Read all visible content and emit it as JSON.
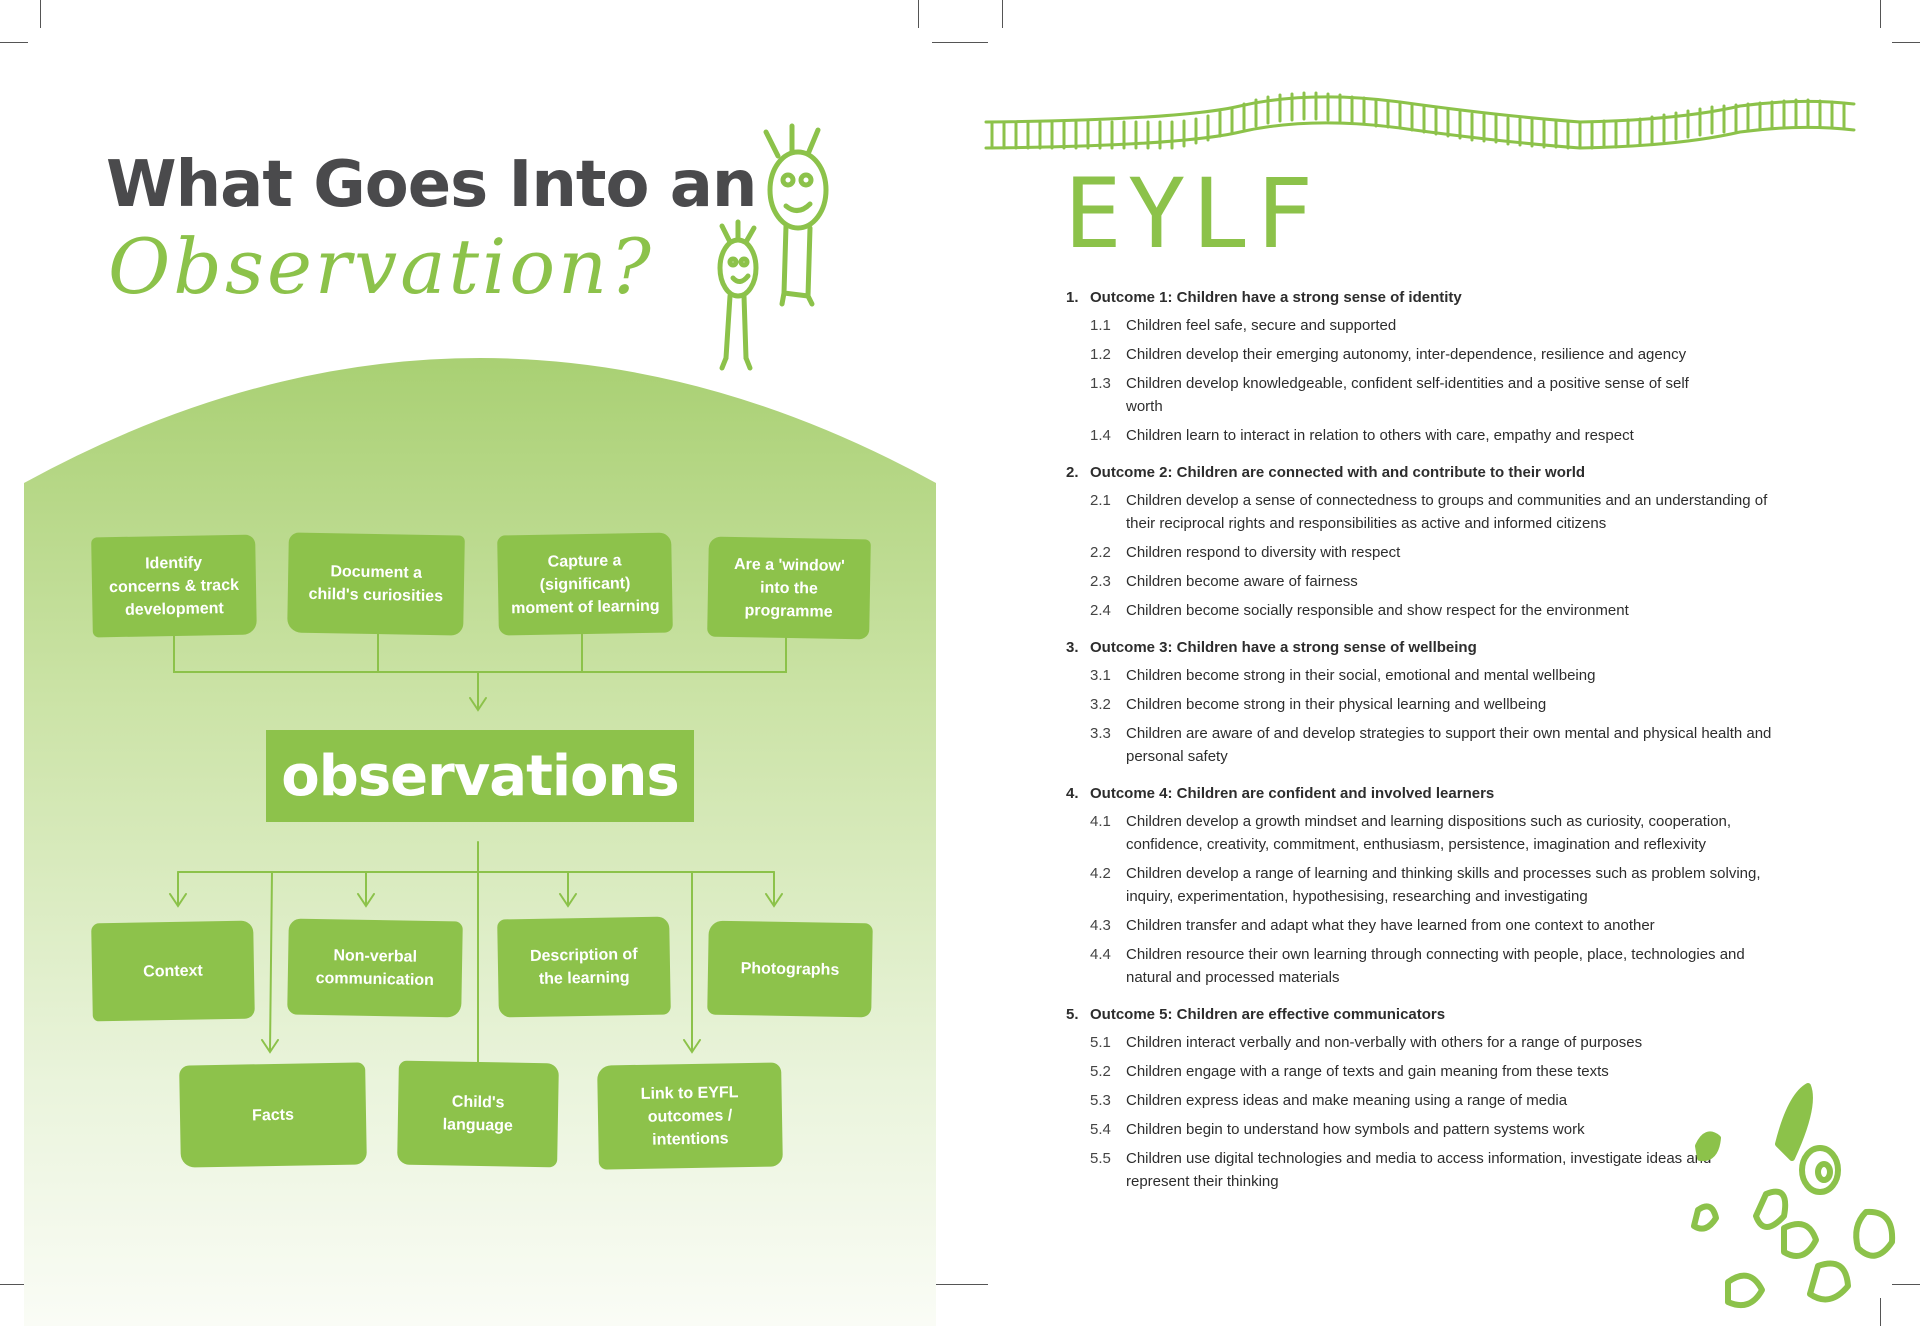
{
  "left_page": {
    "title_line1": "What Goes Into an",
    "title_line2": "Observation?",
    "center_label": "observations",
    "top_boxes": [
      "Identify concerns & track development",
      "Document a child's curiosities",
      "Capture a (significant) moment of learning",
      "Are a 'window' into the programme"
    ],
    "bottom_boxes_row1": [
      "Context",
      "Non-verbal communication",
      "Description of the learning",
      "Photographs"
    ],
    "bottom_boxes_row2": [
      "Facts",
      "Child's language",
      "Link to EYFL outcomes / intentions"
    ]
  },
  "right_page": {
    "title": "EYLF",
    "outcomes": [
      {
        "number": "1.",
        "heading": "Outcome 1: Children have a strong sense of identity",
        "items": [
          {
            "num": "1.1",
            "text": "Children feel safe, secure and supported"
          },
          {
            "num": "1.2",
            "text": "Children develop their emerging autonomy, inter-dependence, resilience and agency"
          },
          {
            "num": "1.3",
            "text": "Children develop knowledgeable, confident self-identities and a positive sense of self worth"
          },
          {
            "num": "1.4",
            "text": "Children learn to interact in relation to others with care, empathy and respect"
          }
        ]
      },
      {
        "number": "2.",
        "heading": "Outcome 2: Children are connected with and contribute to their world",
        "items": [
          {
            "num": "2.1",
            "text": "Children develop a sense of connectedness to groups and communities and an understanding of their reciprocal rights and responsibilities as active and informed citizens"
          },
          {
            "num": "2.2",
            "text": "Children respond to diversity with respect"
          },
          {
            "num": "2.3",
            "text": "Children become aware of fairness"
          },
          {
            "num": "2.4",
            "text": "Children become socially responsible and show respect for the environment"
          }
        ]
      },
      {
        "number": "3.",
        "heading": "Outcome 3: Children have a strong sense of wellbeing",
        "items": [
          {
            "num": "3.1",
            "text": "Children become strong in their social, emotional and mental wellbeing"
          },
          {
            "num": "3.2",
            "text": "Children become strong in their physical learning and wellbeing"
          },
          {
            "num": "3.3",
            "text": "Children are aware of and develop strategies to support their own mental and physical health and personal safety"
          }
        ]
      },
      {
        "number": "4.",
        "heading": "Outcome 4: Children are confident and involved learners",
        "items": [
          {
            "num": "4.1",
            "text": "Children develop a growth mindset and learning dispositions such as curiosity, cooperation, confidence, creativity, commitment, enthusiasm, persistence, imagination and reflexivity"
          },
          {
            "num": "4.2",
            "text": "Children develop a range of learning and thinking skills and processes such as problem solving, inquiry, experimentation, hypothesising, researching and investigating"
          },
          {
            "num": "4.3",
            "text": "Children transfer and adapt what they have learned from one context to another"
          },
          {
            "num": "4.4",
            "text": "Children resource their own learning through connecting with people, place, technologies and natural and processed materials"
          }
        ]
      },
      {
        "number": "5.",
        "heading": "Outcome 5: Children are effective communicators",
        "items": [
          {
            "num": "5.1",
            "text": "Children interact verbally and non-verbally with others for a range of purposes"
          },
          {
            "num": "5.2",
            "text": "Children engage with a range of texts and gain meaning from these texts"
          },
          {
            "num": "5.3",
            "text": "Children express ideas and make meaning using a range of media"
          },
          {
            "num": "5.4",
            "text": "Children begin to understand how symbols and pattern systems work"
          },
          {
            "num": "5.5",
            "text": "Children use digital technologies and media to access information, investigate ideas and represent their thinking"
          }
        ]
      }
    ]
  },
  "colors": {
    "accent_green": "#8dc24b",
    "title_grey": "#4a4a4c",
    "body_text": "#2d2d2d"
  }
}
